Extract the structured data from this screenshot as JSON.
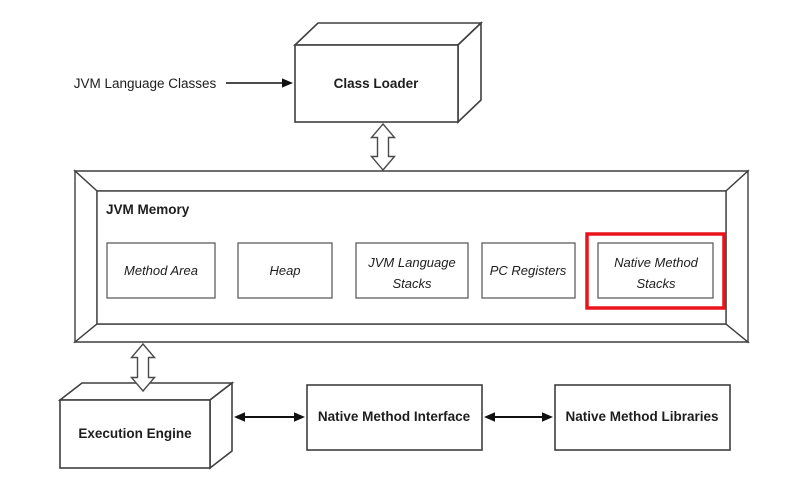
{
  "labels": {
    "jvm_language_classes": "JVM Language Classes",
    "class_loader": "Class Loader",
    "jvm_memory": "JVM Memory",
    "execution_engine": "Execution Engine",
    "native_method_interface": "Native Method Interface",
    "native_method_libraries": "Native Method Libraries"
  },
  "memory_boxes": [
    {
      "label": "Method Area",
      "lines": [
        "Method Area"
      ],
      "highlighted": false
    },
    {
      "label": "Heap",
      "lines": [
        "Heap"
      ],
      "highlighted": false
    },
    {
      "label": "JVM Language Stacks",
      "lines": [
        "JVM Language",
        "Stacks"
      ],
      "highlighted": false
    },
    {
      "label": "PC Registers",
      "lines": [
        "PC Registers"
      ],
      "highlighted": false
    },
    {
      "label": "Native Method Stacks",
      "lines": [
        "Native Method",
        "Stacks"
      ],
      "highlighted": true
    }
  ],
  "colors": {
    "background": "#ffffff",
    "outline": "#3f3f3f",
    "inner_box_outline": "#5f5f5f",
    "side_gray": "#d0d0d0",
    "side_dark_gray": "#9a9a9a",
    "bottom_gray": "#d2d2d2",
    "highlight_red": "#e9141b",
    "text": "#1d1d1d",
    "arrow": "#111111"
  }
}
